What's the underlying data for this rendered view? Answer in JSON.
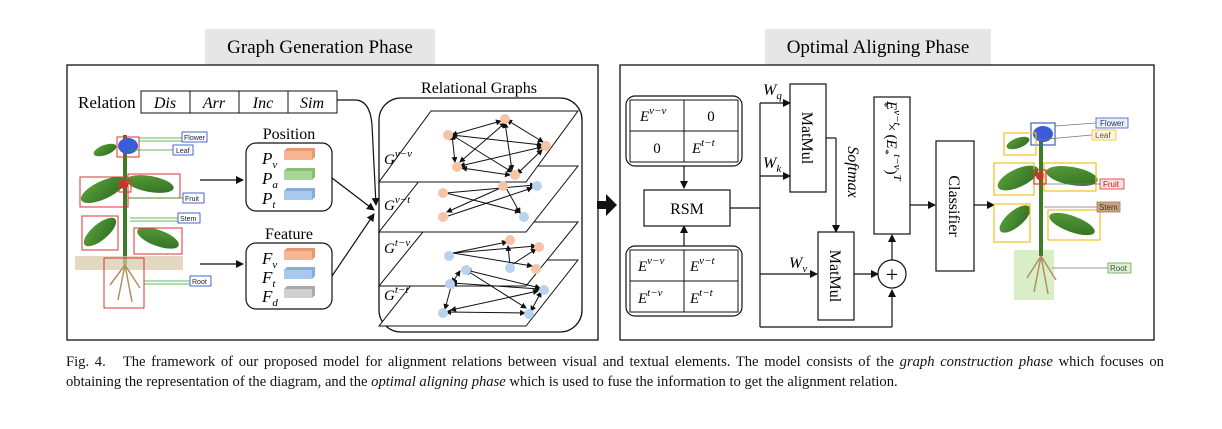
{
  "phase_left_title": "Graph Generation Phase",
  "phase_right_title": "Optimal Aligning Phase",
  "relation": {
    "label": "Relation",
    "types": [
      "Dis",
      "Arr",
      "Inc",
      "Sim"
    ]
  },
  "position": {
    "title": "Position",
    "items": [
      {
        "base": "P",
        "sub": "v",
        "color": "#f6b694"
      },
      {
        "base": "P",
        "sub": "a",
        "color": "#a9d596"
      },
      {
        "base": "P",
        "sub": "t",
        "color": "#a7c9ec"
      }
    ]
  },
  "feature": {
    "title": "Feature",
    "items": [
      {
        "base": "F",
        "sub": "v",
        "color": "#f6b694"
      },
      {
        "base": "F",
        "sub": "t",
        "color": "#a7c9ec"
      },
      {
        "base": "F",
        "sub": "d",
        "color": "#cfcfcf"
      }
    ]
  },
  "relational_graphs": {
    "title": "Relational Graphs",
    "graphs": [
      {
        "base": "G",
        "sup": "v−v"
      },
      {
        "base": "G",
        "sup": "v−t"
      },
      {
        "base": "G",
        "sup": "t−v"
      },
      {
        "base": "G",
        "sup": "t−t"
      }
    ]
  },
  "plant_labels_left": [
    "Flower",
    "Leaf",
    "Fruit",
    "Stem",
    "Root"
  ],
  "plant_labels_right": [
    "Flower",
    "Leaf",
    "Fruit",
    "Stem",
    "Root"
  ],
  "matrix_top": [
    {
      "base": "E",
      "sup": "v−v"
    },
    {
      "text": "0"
    },
    {
      "text": "0"
    },
    {
      "base": "E",
      "sup": "t−t"
    }
  ],
  "matrix_bottom": [
    {
      "base": "E",
      "sup": "v−v"
    },
    {
      "base": "E",
      "sup": "v−t"
    },
    {
      "base": "E",
      "sup": "t−v"
    },
    {
      "base": "E",
      "sup": "t−t"
    }
  ],
  "rsm_label": "RSM",
  "matmul_label": "MatMul",
  "softmax_label": "Softmax",
  "weights": {
    "q": "q",
    "k": "k",
    "v": "v"
  },
  "weight_base": "W",
  "formula": {
    "base": "E",
    "sub": "*",
    "sup1": "v−t",
    "times": "×",
    "sup2": "t−v",
    "T": "T"
  },
  "plus": "+",
  "classifier_label": "Classifier",
  "colors": {
    "vertex_orange": "#f7c3a6",
    "vertex_blue": "#b7d3ee",
    "green_highlight": "#cfe8b8",
    "box_red": "#e03030",
    "box_yellow": "#f0c020"
  },
  "caption": {
    "fig": "Fig. 4.",
    "part1": "The framework of our proposed model for alignment relations between visual and textual elements. The model consists of the ",
    "em1": "graph construction phase",
    "part2": " which focuses on obtaining the representation of the diagram, and the ",
    "em2": "optimal aligning phase",
    "part3": " which is used to fuse the information to get the alignment relation."
  }
}
